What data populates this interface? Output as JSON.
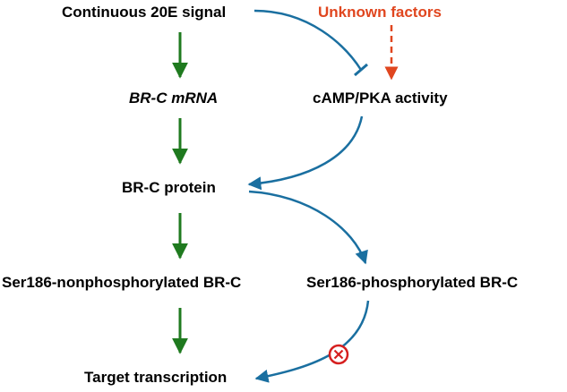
{
  "colors": {
    "text": "#000000",
    "accent_text": "#e0461f",
    "green_arrow": "#1f7a1f",
    "blue_arrow": "#1a6fa0",
    "orange_dashed": "#e0461f",
    "block_circle": "#d62020"
  },
  "nodes": {
    "continuous_20e": "Continuous 20E signal",
    "unknown_factors": "Unknown factors",
    "brc_mrna": "BR-C mRNA",
    "camp_pka": "cAMP/PKA activity",
    "brc_protein": "BR-C protein",
    "ser186_nonphos": "Ser186-nonphosphorylated BR-C",
    "ser186_phos": "Ser186-phosphorylated BR-C",
    "target_transcription": "Target transcription"
  },
  "icons": {
    "block": "blocked-circle-x-icon",
    "inhibit": "inhibition-tbar-icon"
  }
}
